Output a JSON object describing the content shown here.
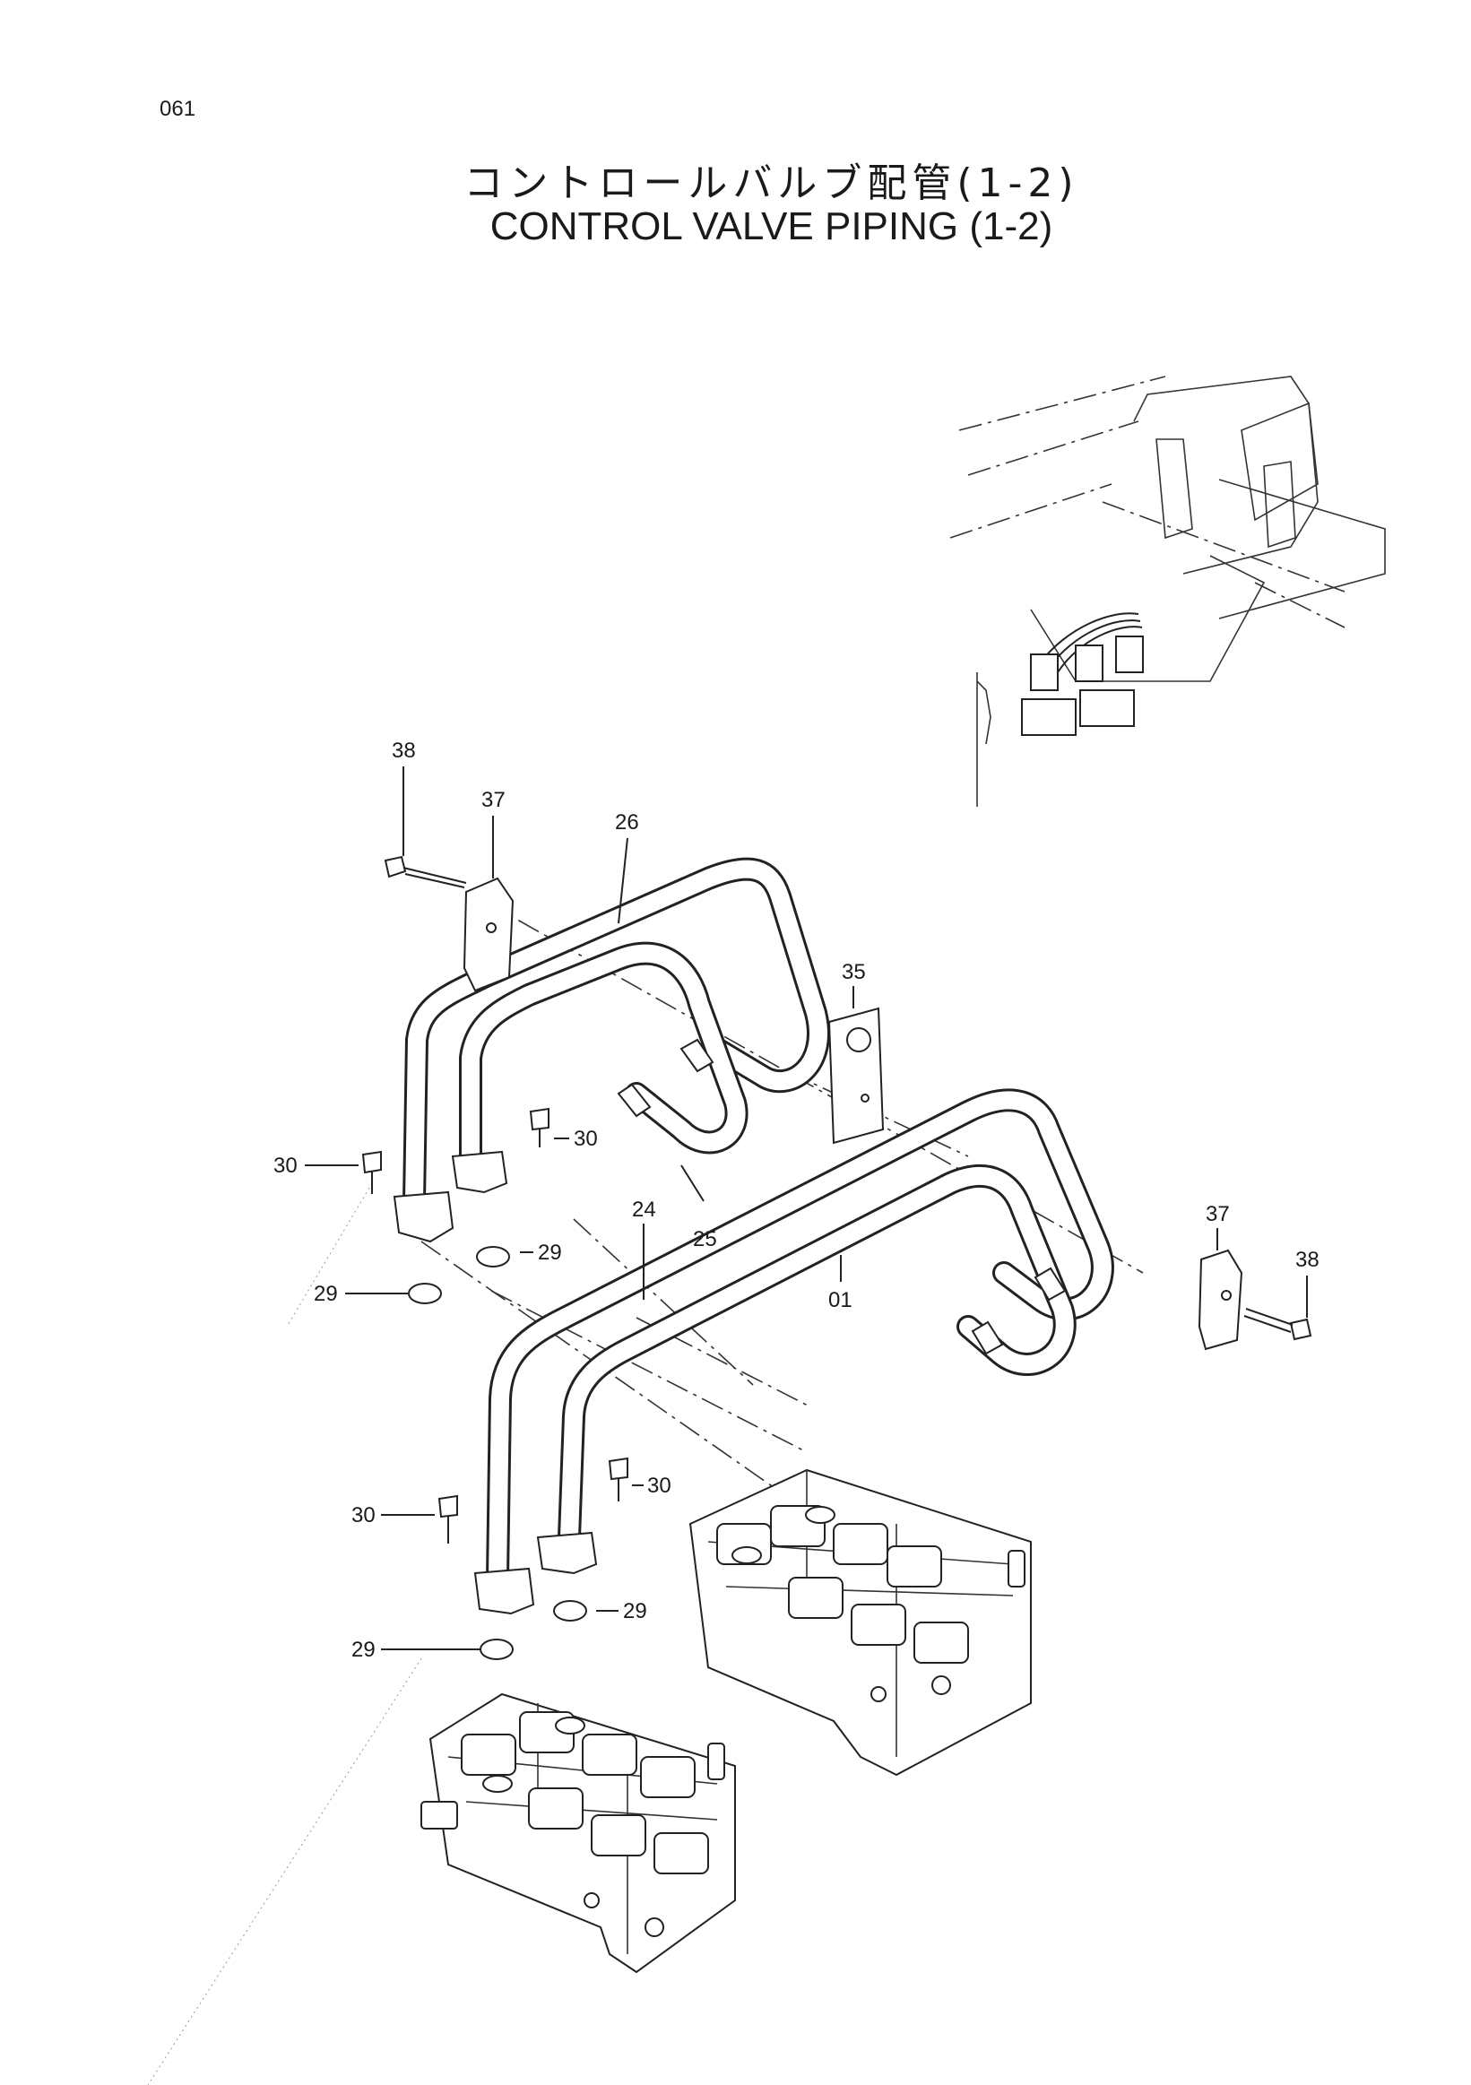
{
  "page_number": "061",
  "title_ja": "コントロールバルブ配管(1-2)",
  "title_en": "CONTROL VALVE PIPING (1-2)",
  "callouts": {
    "c38a": "38",
    "c37a": "37",
    "c26": "26",
    "c35": "35",
    "c30a": "30",
    "c30b": "30",
    "c25": "25",
    "c24": "24",
    "c29a": "29",
    "c29b": "29",
    "c37b": "37",
    "c38b": "38",
    "c01": "01",
    "c30c": "30",
    "c30d": "30",
    "c29c": "29",
    "c29d": "29"
  }
}
